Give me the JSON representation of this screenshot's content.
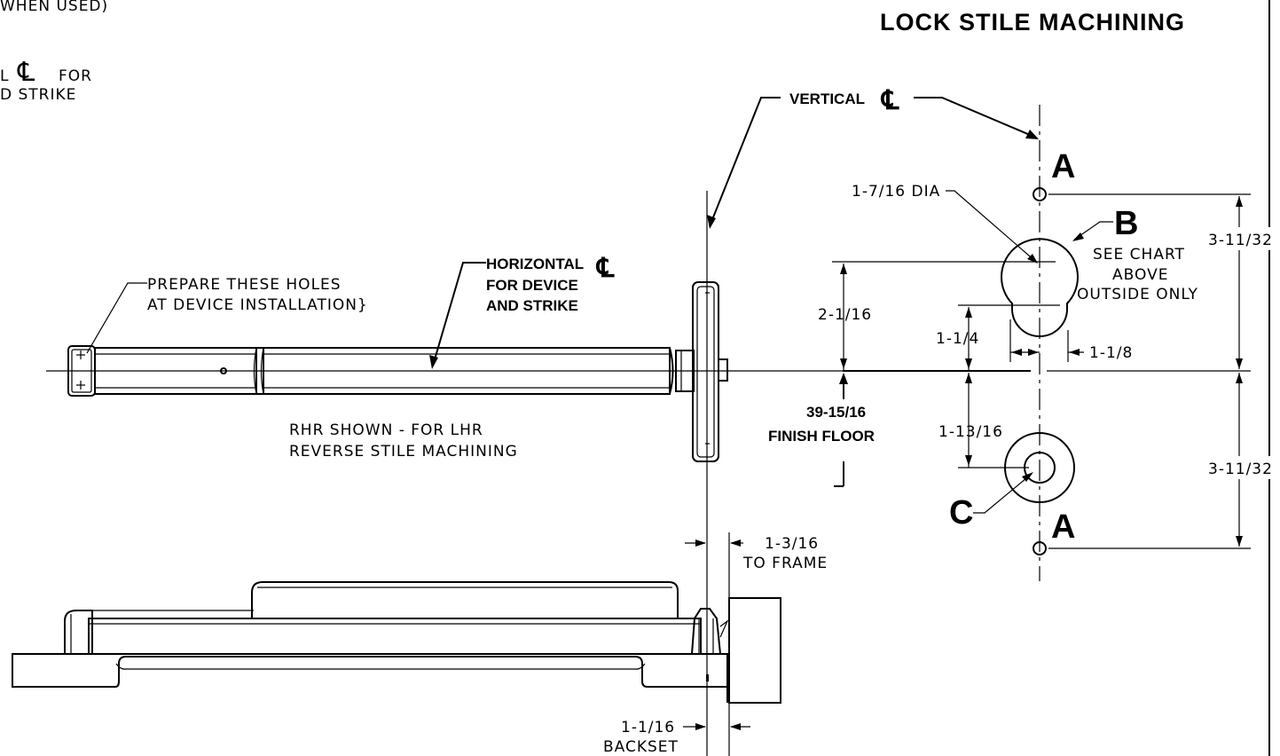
{
  "title": "LOCK STILE MACHINING",
  "corner_notes": {
    "line1": "WHEN USED)",
    "line2_start": "L",
    "line2_symbol": "℄",
    "line2_end": "FOR",
    "line3": "D STRIKE"
  },
  "labels": {
    "vertical_cl": "VERTICAL",
    "vertical_cl_symbol": "℄",
    "horizontal_cl_line1": "HORIZONTAL",
    "horizontal_cl_symbol": "℄",
    "horizontal_cl_line2": "FOR DEVICE",
    "horizontal_cl_line3": "AND STRIKE",
    "prepare_line1": "PREPARE THESE HOLES",
    "prepare_line2": "AT DEVICE INSTALLATION}",
    "rhr_line1": "RHR SHOWN - FOR LHR",
    "rhr_line2": "REVERSE STILE MACHINING",
    "finish_height": "39-15/16",
    "finish_floor": "FINISH FLOOR",
    "dia": "1-7/16 DIA",
    "see_chart_line1": "SEE CHART",
    "see_chart_line2": "ABOVE",
    "see_chart_line3": "OUTSIDE ONLY",
    "frame_dim": "1-3/16",
    "to_frame": "TO FRAME",
    "backset_dim": "1-1/16",
    "backset": "BACKSET"
  },
  "dimensions": {
    "d_2_1_16": "2-1/16",
    "d_1_1_4": "1-1/4",
    "d_1_1_8": "1-1/8",
    "d_1_13_16": "1-13/16",
    "d_3_11_32_top": "3-11/32",
    "d_3_11_32_bottom": "3-11/32"
  },
  "callouts": {
    "a_top": "A",
    "a_bottom": "A",
    "b": "B",
    "c": "C"
  }
}
